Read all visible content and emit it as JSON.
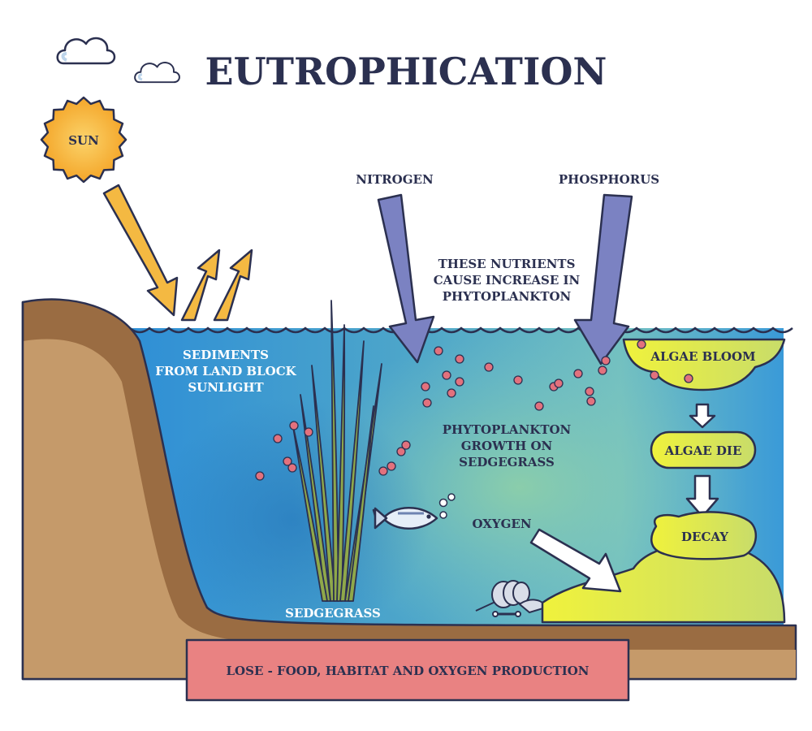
{
  "title": "EUTROPHICATION",
  "labels": {
    "sun": "SUN",
    "nitrogen": "NITROGEN",
    "phosphorus": "PHOSPHORUS",
    "nutrients_note": [
      "THESE NUTRIENTS",
      "CAUSE INCREASE IN",
      "PHYTOPLANKTON"
    ],
    "sediments": [
      "SEDIMENTS",
      "FROM LAND BLOCK",
      "SUNLIGHT"
    ],
    "phyto_growth": [
      "PHYTOPLANKTON",
      "GROWTH ON",
      "SEDGEGRASS"
    ],
    "oxygen": "OXYGEN",
    "sedgegrass": "SEDGEGRASS",
    "algae_bloom": "ALGAE BLOOM",
    "algae_die": "ALGAE DIE",
    "decay": "DECAY",
    "lose": "LOSE - FOOD, HABITAT AND OXYGEN PRODUCTION"
  },
  "colors": {
    "sun": "#f6b73c",
    "sun_arrow": "#f4b942",
    "nutrient_arrow": "#7b82c2",
    "water_deep": "#2f8fd6",
    "water_light": "#7cc7c4",
    "soil_light": "#c59a6a",
    "soil_dark": "#9a6c42",
    "algae": "#e4e85a",
    "bottom_banner": "#e98282",
    "particles": "#e2717d"
  },
  "icons": {
    "cloud": "cloud-icon",
    "sun": "sun-icon",
    "fish": "fish-icon",
    "skeleton": "fish-skeleton-icon"
  }
}
